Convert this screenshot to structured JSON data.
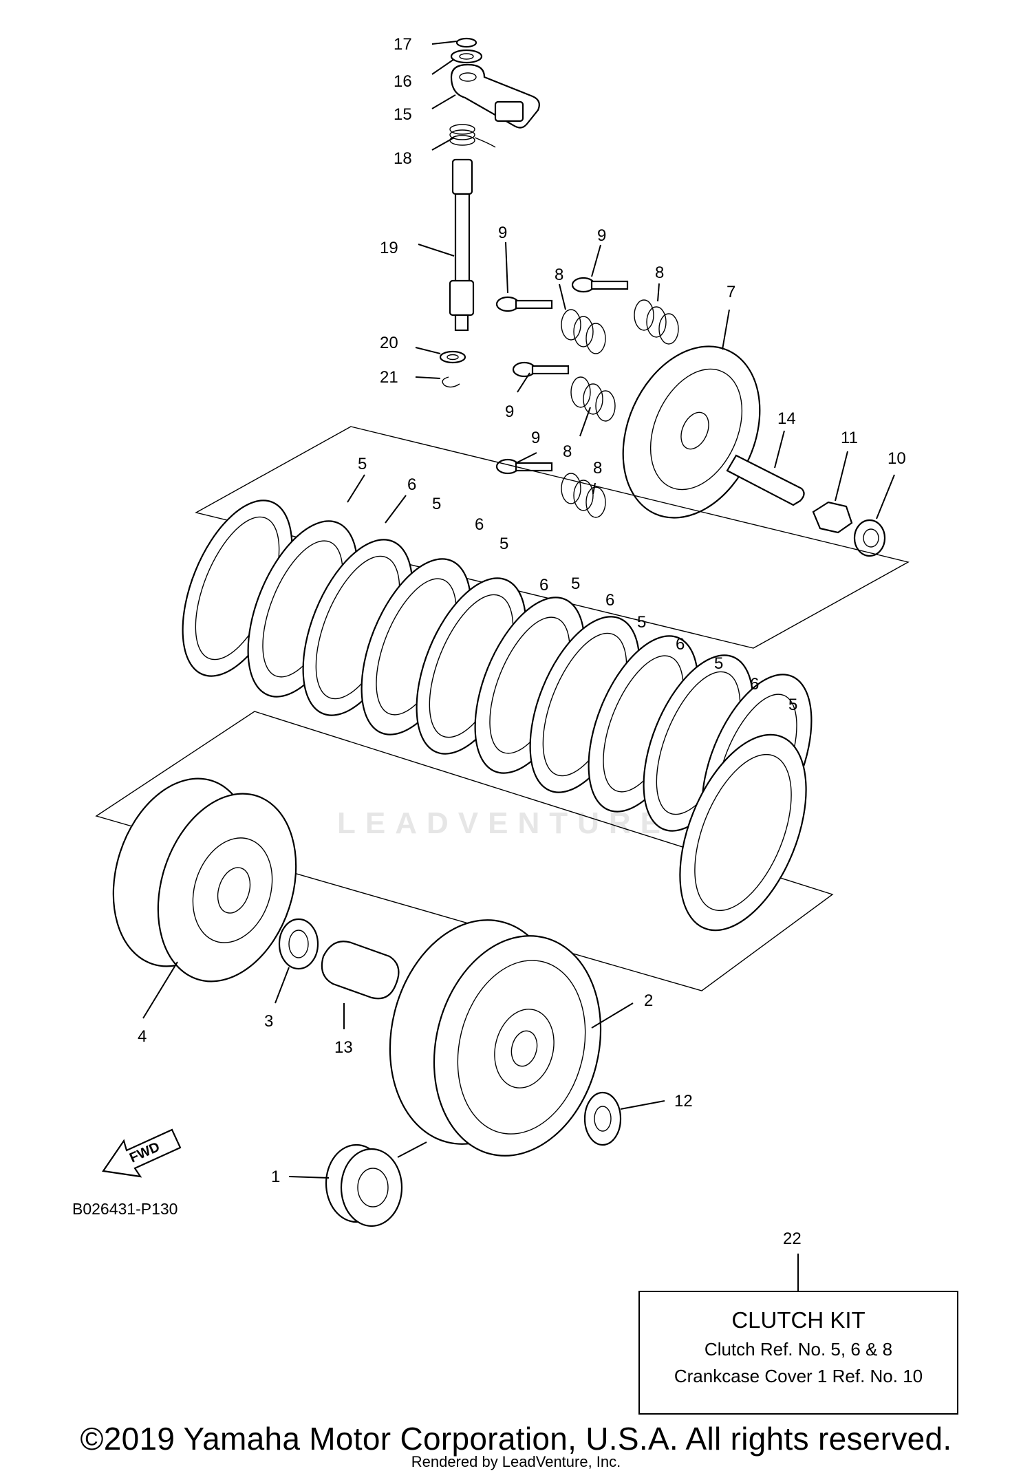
{
  "diagram": {
    "ref_code": "B026431-P130",
    "watermark": "LEADVENTURE",
    "fwd_label": "FWD",
    "callouts": [
      {
        "id": "c17",
        "label": "17"
      },
      {
        "id": "c16",
        "label": "16"
      },
      {
        "id": "c15",
        "label": "15"
      },
      {
        "id": "c18",
        "label": "18"
      },
      {
        "id": "c19",
        "label": "19"
      },
      {
        "id": "c20",
        "label": "20"
      },
      {
        "id": "c21",
        "label": "21"
      },
      {
        "id": "c9a",
        "label": "9"
      },
      {
        "id": "c9b",
        "label": "9"
      },
      {
        "id": "c9c",
        "label": "9"
      },
      {
        "id": "c9d",
        "label": "9"
      },
      {
        "id": "c8a",
        "label": "8"
      },
      {
        "id": "c8b",
        "label": "8"
      },
      {
        "id": "c8c",
        "label": "8"
      },
      {
        "id": "c8d",
        "label": "8"
      },
      {
        "id": "c7",
        "label": "7"
      },
      {
        "id": "c14",
        "label": "14"
      },
      {
        "id": "c11",
        "label": "11"
      },
      {
        "id": "c10",
        "label": "10"
      },
      {
        "id": "c5a",
        "label": "5"
      },
      {
        "id": "c6a",
        "label": "6"
      },
      {
        "id": "c5b",
        "label": "5"
      },
      {
        "id": "c6b",
        "label": "6"
      },
      {
        "id": "c5c",
        "label": "5"
      },
      {
        "id": "c6c",
        "label": "6"
      },
      {
        "id": "c5d",
        "label": "5"
      },
      {
        "id": "c6d",
        "label": "6"
      },
      {
        "id": "c5e",
        "label": "5"
      },
      {
        "id": "c6e",
        "label": "6"
      },
      {
        "id": "c5f",
        "label": "5"
      },
      {
        "id": "c6f",
        "label": "6"
      },
      {
        "id": "c5g",
        "label": "5"
      },
      {
        "id": "c4",
        "label": "4"
      },
      {
        "id": "c3",
        "label": "3"
      },
      {
        "id": "c13",
        "label": "13"
      },
      {
        "id": "c2",
        "label": "2"
      },
      {
        "id": "c12",
        "label": "12"
      },
      {
        "id": "c1",
        "label": "1"
      },
      {
        "id": "c22",
        "label": "22"
      }
    ]
  },
  "kit": {
    "title": "CLUTCH KIT",
    "line1": "Clutch Ref. No. 5, 6 & 8",
    "line2": "Crankcase Cover 1 Ref. No. 10"
  },
  "footer": {
    "copyright": "©2019 Yamaha Motor Corporation, U.S.A. All rights reserved.",
    "rendered_by": "Rendered by LeadVenture, Inc."
  }
}
